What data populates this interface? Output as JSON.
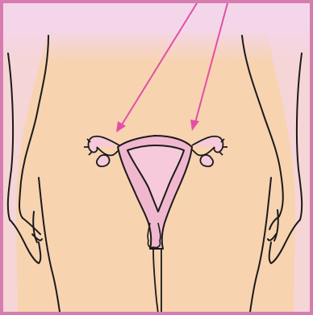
{
  "illustration": {
    "subject": "female-reproductive-anatomy",
    "highlighted_structures": [
      "fallopian-tube-left",
      "fallopian-tube-right"
    ],
    "pointer_count": 2
  },
  "colors": {
    "border": "#d77cb0",
    "background_top": "#f4d6ea",
    "skin": "#f7d3b0",
    "outline": "#1a1a1a",
    "uterus_fill": "#f1b7cf",
    "uterus_inner": "#f6cadb",
    "arrow": "#e24fa6"
  }
}
